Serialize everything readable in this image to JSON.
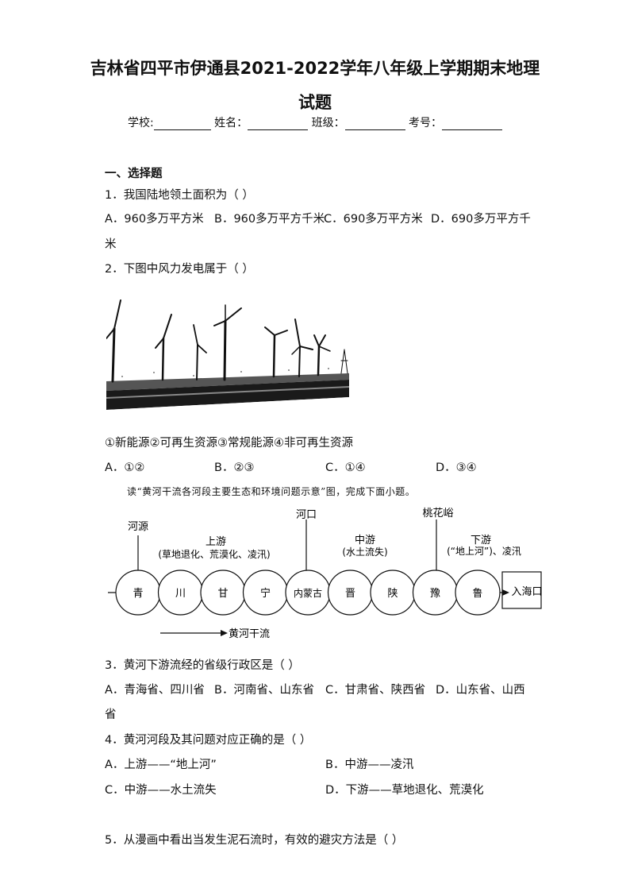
{
  "header": {
    "title_line1": "吉林省四平市伊通县2021-2022学年八年级上学期期末地理",
    "title_line2": "试题",
    "fields": [
      "学校:",
      "姓名：",
      "班级：",
      "考号："
    ]
  },
  "section1": {
    "label": "一、选择题"
  },
  "q1": {
    "stem": "1．我国陆地领土面积为（    ）",
    "options": [
      "A．960多万平方米",
      "B．960多万平方千米",
      "C．690多万平方米",
      "D．690多万平方千"
    ],
    "wrap": "米"
  },
  "q2": {
    "stem": "2．下图中风力发电属于（    ）",
    "choices_line": "①新能源②可再生资源③常规能源④非可再生资源",
    "options": [
      "A．①②",
      "B．②③",
      "C．①④",
      "D．③④"
    ]
  },
  "reading_note": "读“黄河干流各河段主要生态和环境问题示意”图，完成下面小题。",
  "diagram": {
    "provinces": [
      "青",
      "川",
      "甘",
      "宁",
      "内蒙古",
      "晋",
      "陕",
      "豫",
      "鲁"
    ],
    "source": "河源",
    "hekou": "河口",
    "taohuayu": "桃花峪",
    "upper": {
      "name": "上游",
      "issues": "(草地退化、荒漠化、凌汛)"
    },
    "middle": {
      "name": "中游",
      "issues": "(水土流失)"
    },
    "lower": {
      "name": "下游",
      "issues": "(“地上河”)、凌汛"
    },
    "sea": "入海口",
    "legend": "黄河干流"
  },
  "q3": {
    "stem": "3．黄河下游流经的省级行政区是（    ）",
    "options": [
      "A．青海省、四川省",
      "B．河南省、山东省",
      "C．甘肃省、陕西省",
      "D．山东省、山西"
    ],
    "wrap": "省"
  },
  "q4": {
    "stem": "4．黄河河段及其问题对应正确的是（    ）",
    "options": [
      "A．上游——“地上河”",
      "B．中游——凌汛",
      "C．中游——水土流失",
      "D．下游——草地退化、荒漠化"
    ]
  },
  "q5": {
    "stem": "5．从漫画中看出当发生泥石流时，有效的避灾方法是（    ）"
  }
}
